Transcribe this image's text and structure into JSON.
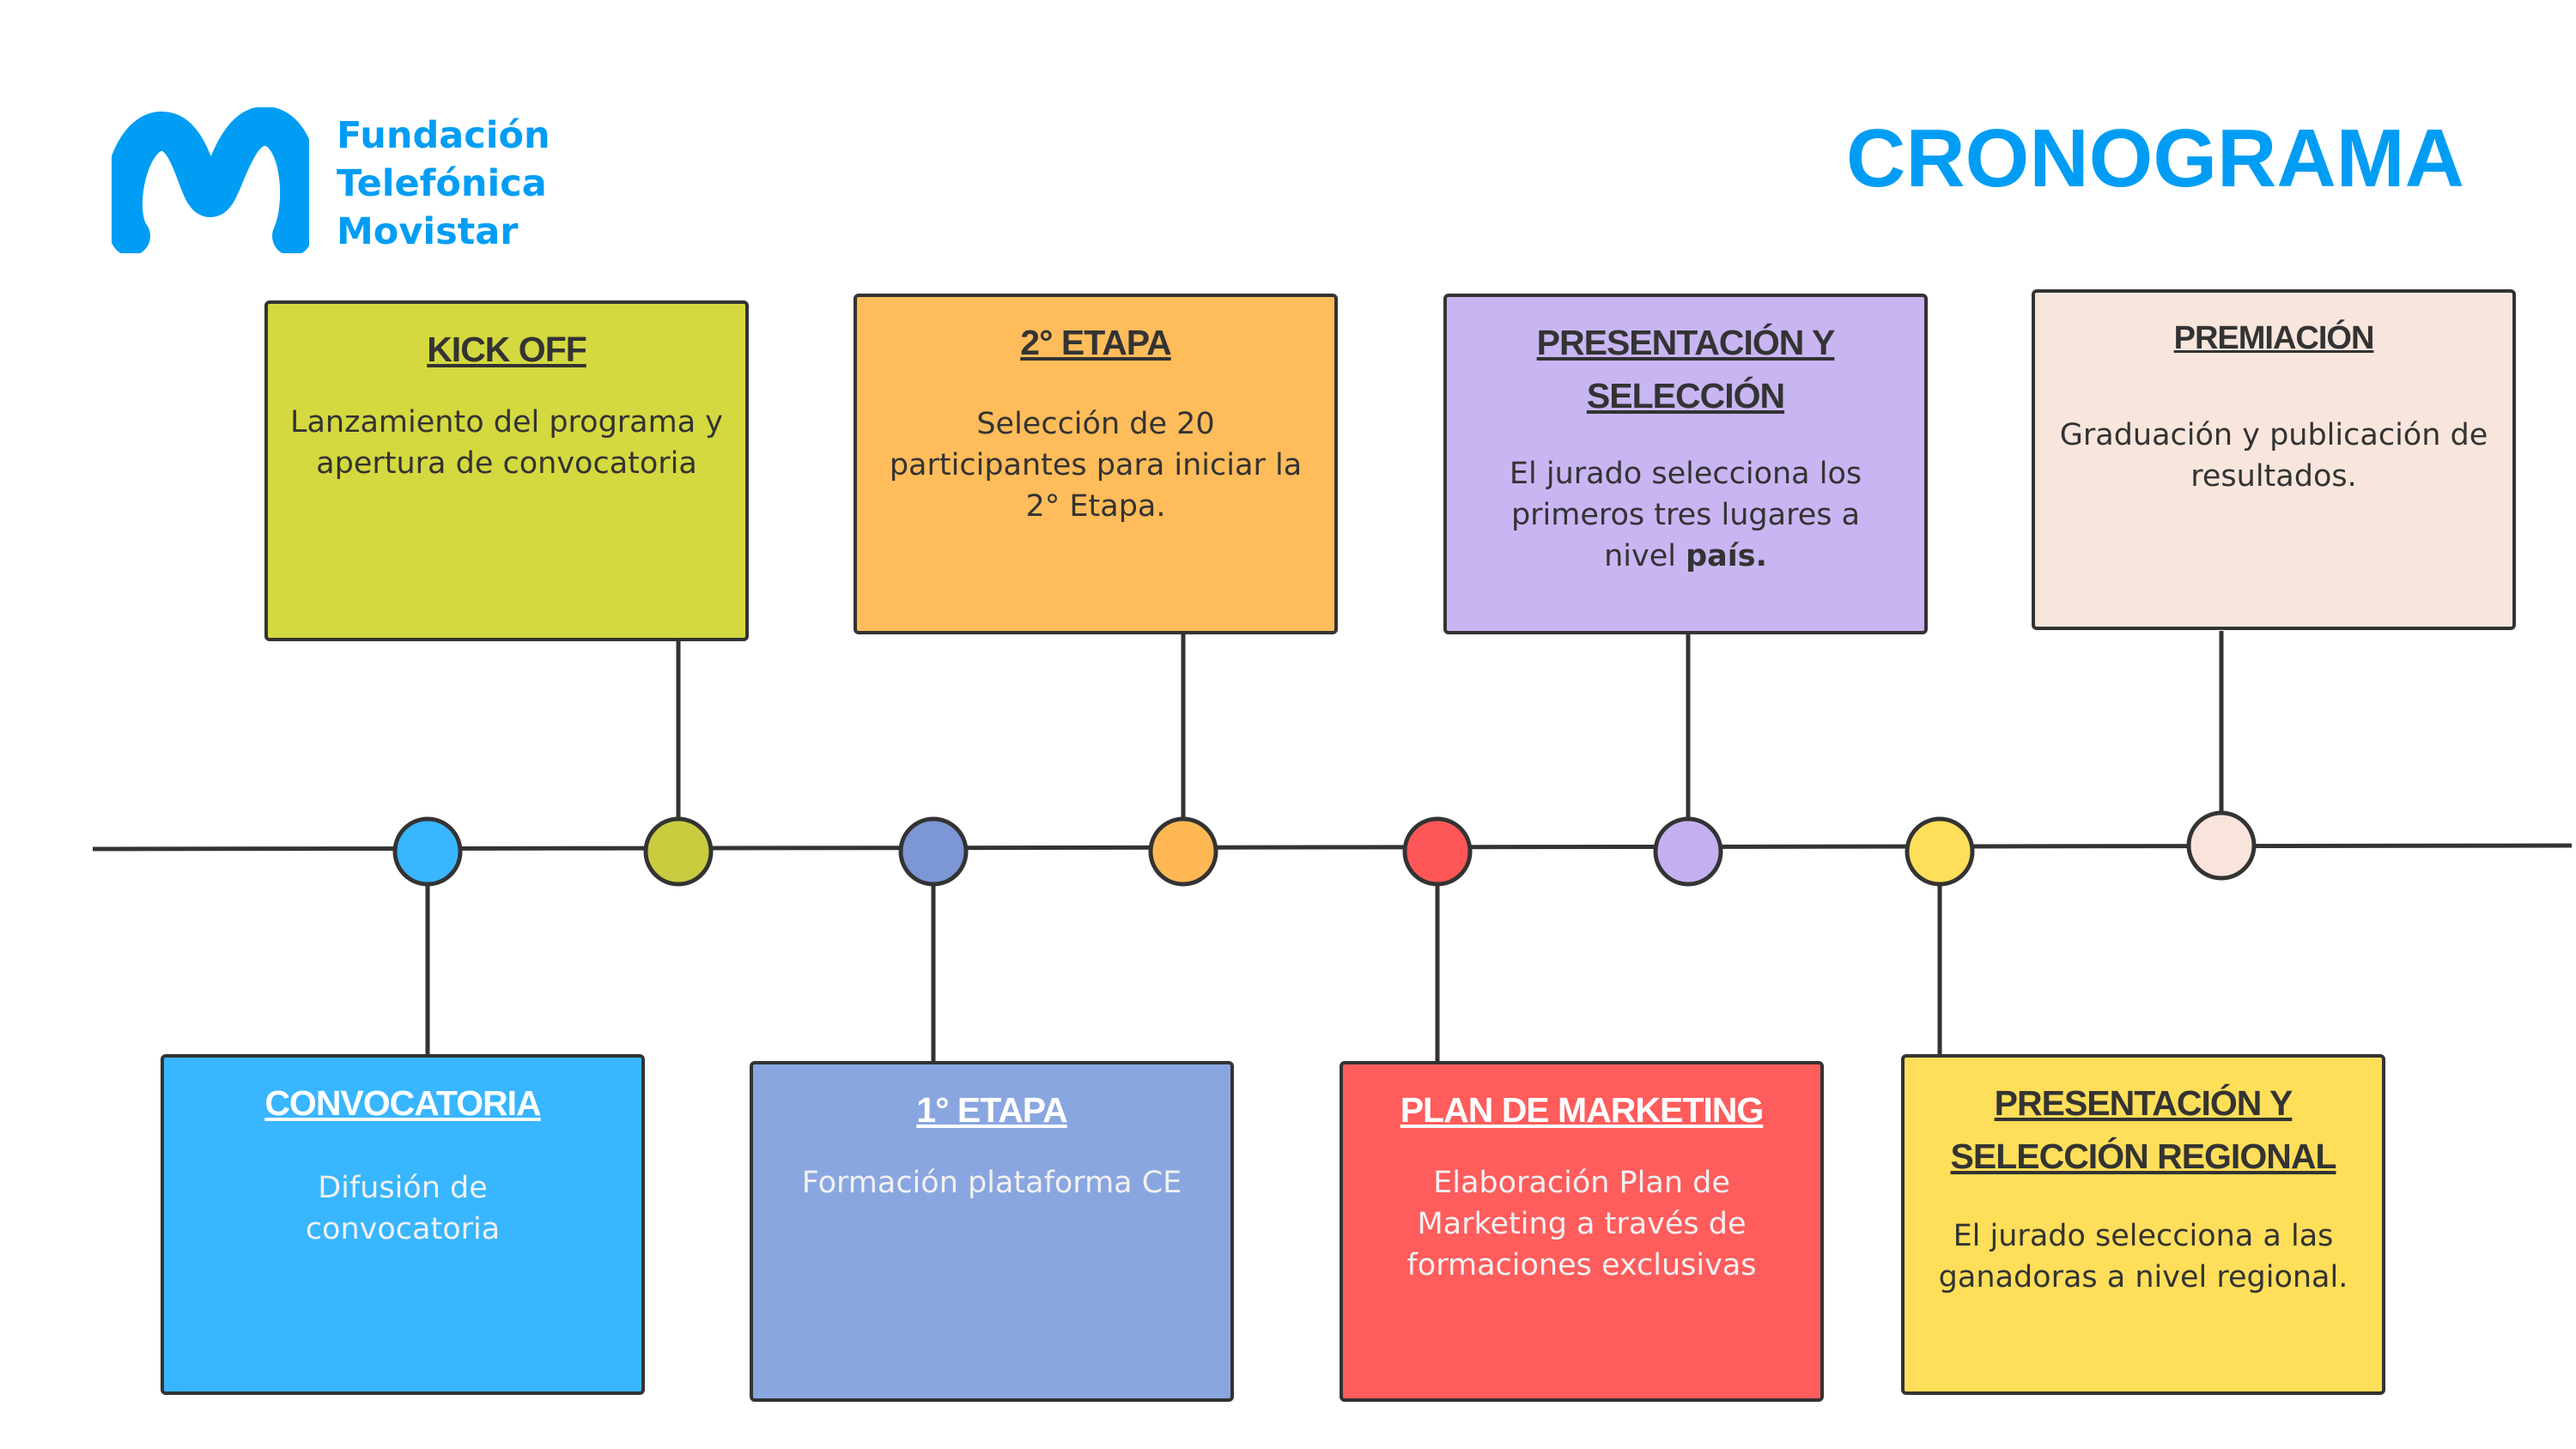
{
  "brand": {
    "line1": "Fundación",
    "line2": "Telefónica",
    "line3": "Movistar",
    "color": "#019df4"
  },
  "page_title": "CRONOGRAMA",
  "timeline_color": "#333333",
  "milestones": [
    {
      "name": "convocatoria",
      "color": "#38b6ff"
    },
    {
      "name": "kick-off",
      "color": "#c9cc3f"
    },
    {
      "name": "1-etapa",
      "color": "#7c96d6"
    },
    {
      "name": "2-etapa",
      "color": "#ffb854"
    },
    {
      "name": "plan-de-marketing",
      "color": "#ff5757"
    },
    {
      "name": "presentacion-seleccion",
      "color": "#c4b0f0"
    },
    {
      "name": "presentacion-seleccion-regional",
      "color": "#ffde59"
    },
    {
      "name": "premiacion",
      "color": "#f8e4da"
    }
  ],
  "cards": {
    "kick_off": {
      "title": "KICK OFF",
      "desc": "Lanzamiento del programa y apertura de convocatoria",
      "bg": "#d4d93f"
    },
    "etapa2": {
      "title": "2° ETAPA",
      "desc": "Selección de 20 participantes para iniciar la 2° Etapa.",
      "bg": "#ffbc5a"
    },
    "presentacion": {
      "title": "PRESENTACIÓN Y SELECCIÓN",
      "desc": "El jurado selecciona los primeros tres lugares a nivel",
      "desc_bold": "país.",
      "bg": "#c9b5f2"
    },
    "premiacion": {
      "title": "PREMIACIÓN",
      "desc": "Graduación y publicación de resultados.",
      "bg": "#f8e6dc"
    },
    "convocatoria": {
      "title": "CONVOCATORIA",
      "desc": "Difusión de convocatoria",
      "bg": "#38b6ff"
    },
    "etapa1": {
      "title": "1° ETAPA",
      "desc": "Formación plataforma CE",
      "bg": "#8aa6e0"
    },
    "marketing": {
      "title": "PLAN DE MARKETING",
      "desc": "Elaboración Plan de Marketing a través de formaciones exclusivas",
      "bg": "#ff5c5c"
    },
    "regional": {
      "title": "PRESENTACIÓN Y SELECCIÓN REGIONAL",
      "desc": "El jurado selecciona a las ganadoras a nivel regional.",
      "bg": "#ffde59"
    }
  }
}
